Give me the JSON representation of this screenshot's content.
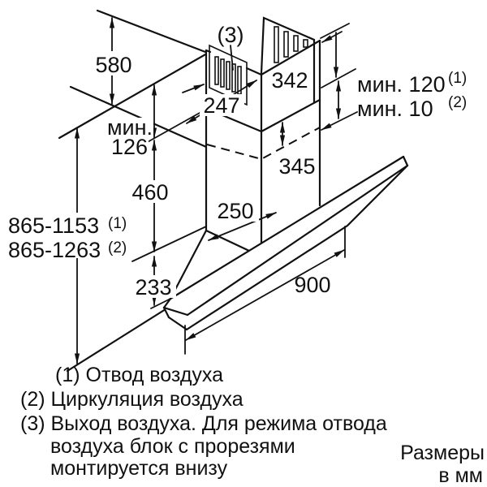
{
  "colors": {
    "line": "#111111",
    "background": "#ffffff"
  },
  "dims": {
    "d580": "580",
    "min_word": "мин.",
    "d126": "126",
    "d460": "460",
    "d233": "233",
    "range1": "865-1153",
    "range1_sup": "(1)",
    "range2": "865-1263",
    "range2_sup": "(2)",
    "d342": "342",
    "d247": "247",
    "d345": "345",
    "d250": "250",
    "d900": "900",
    "min120": "мин. 120",
    "min120_sup": "(1)",
    "min10": "мин. 10",
    "min10_sup": "(2)",
    "vent_label": "(3)"
  },
  "legend": {
    "item1": "(1) Отвод воздуха",
    "item2": "(2) Циркуляция воздуха",
    "item3_line1": "(3) Выход воздуха. Для режима отвода",
    "item3_line2": "воздуха блок с прорезями",
    "item3_line3": "монтируется внизу",
    "units_line1": "Размеры",
    "units_line2": "в мм"
  }
}
